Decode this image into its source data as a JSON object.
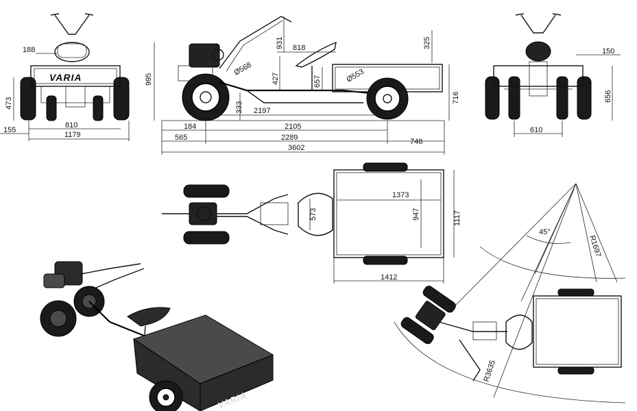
{
  "brand": "VARIA",
  "front_view": {
    "dims": {
      "top_width": "188",
      "height": "473",
      "ground": "155",
      "track": "810",
      "overall_width": "1179"
    }
  },
  "side_view": {
    "dims": {
      "total_height": "995",
      "handle_rise": "931",
      "seat_span": "818",
      "seat_height": "325",
      "wheel_diameter": "Ø568",
      "hitch_height": "427",
      "seat_bracket": "657",
      "trailer_wheel_diameter": "Ø553",
      "trailer_height": "716",
      "clearance": "333",
      "wheelbase": "2197",
      "front_overhang": "184",
      "tractor_to_axle": "2105",
      "handle_overhang": "565",
      "hitch_to_axle": "2289",
      "rear_overhang": "748",
      "overall_length": "3602"
    }
  },
  "rear_view": {
    "dims": {
      "top_offset": "150",
      "height": "656",
      "track": "610"
    }
  },
  "top_view": {
    "dims": {
      "box_length": "1373",
      "box_width_inner": "947",
      "box_width_outer": "1117",
      "seat_width": "573",
      "box_total_length": "1412"
    }
  },
  "turning_view": {
    "dims": {
      "angle": "45°",
      "inner_radius": "R1697",
      "outer_radius": "R3635"
    }
  }
}
